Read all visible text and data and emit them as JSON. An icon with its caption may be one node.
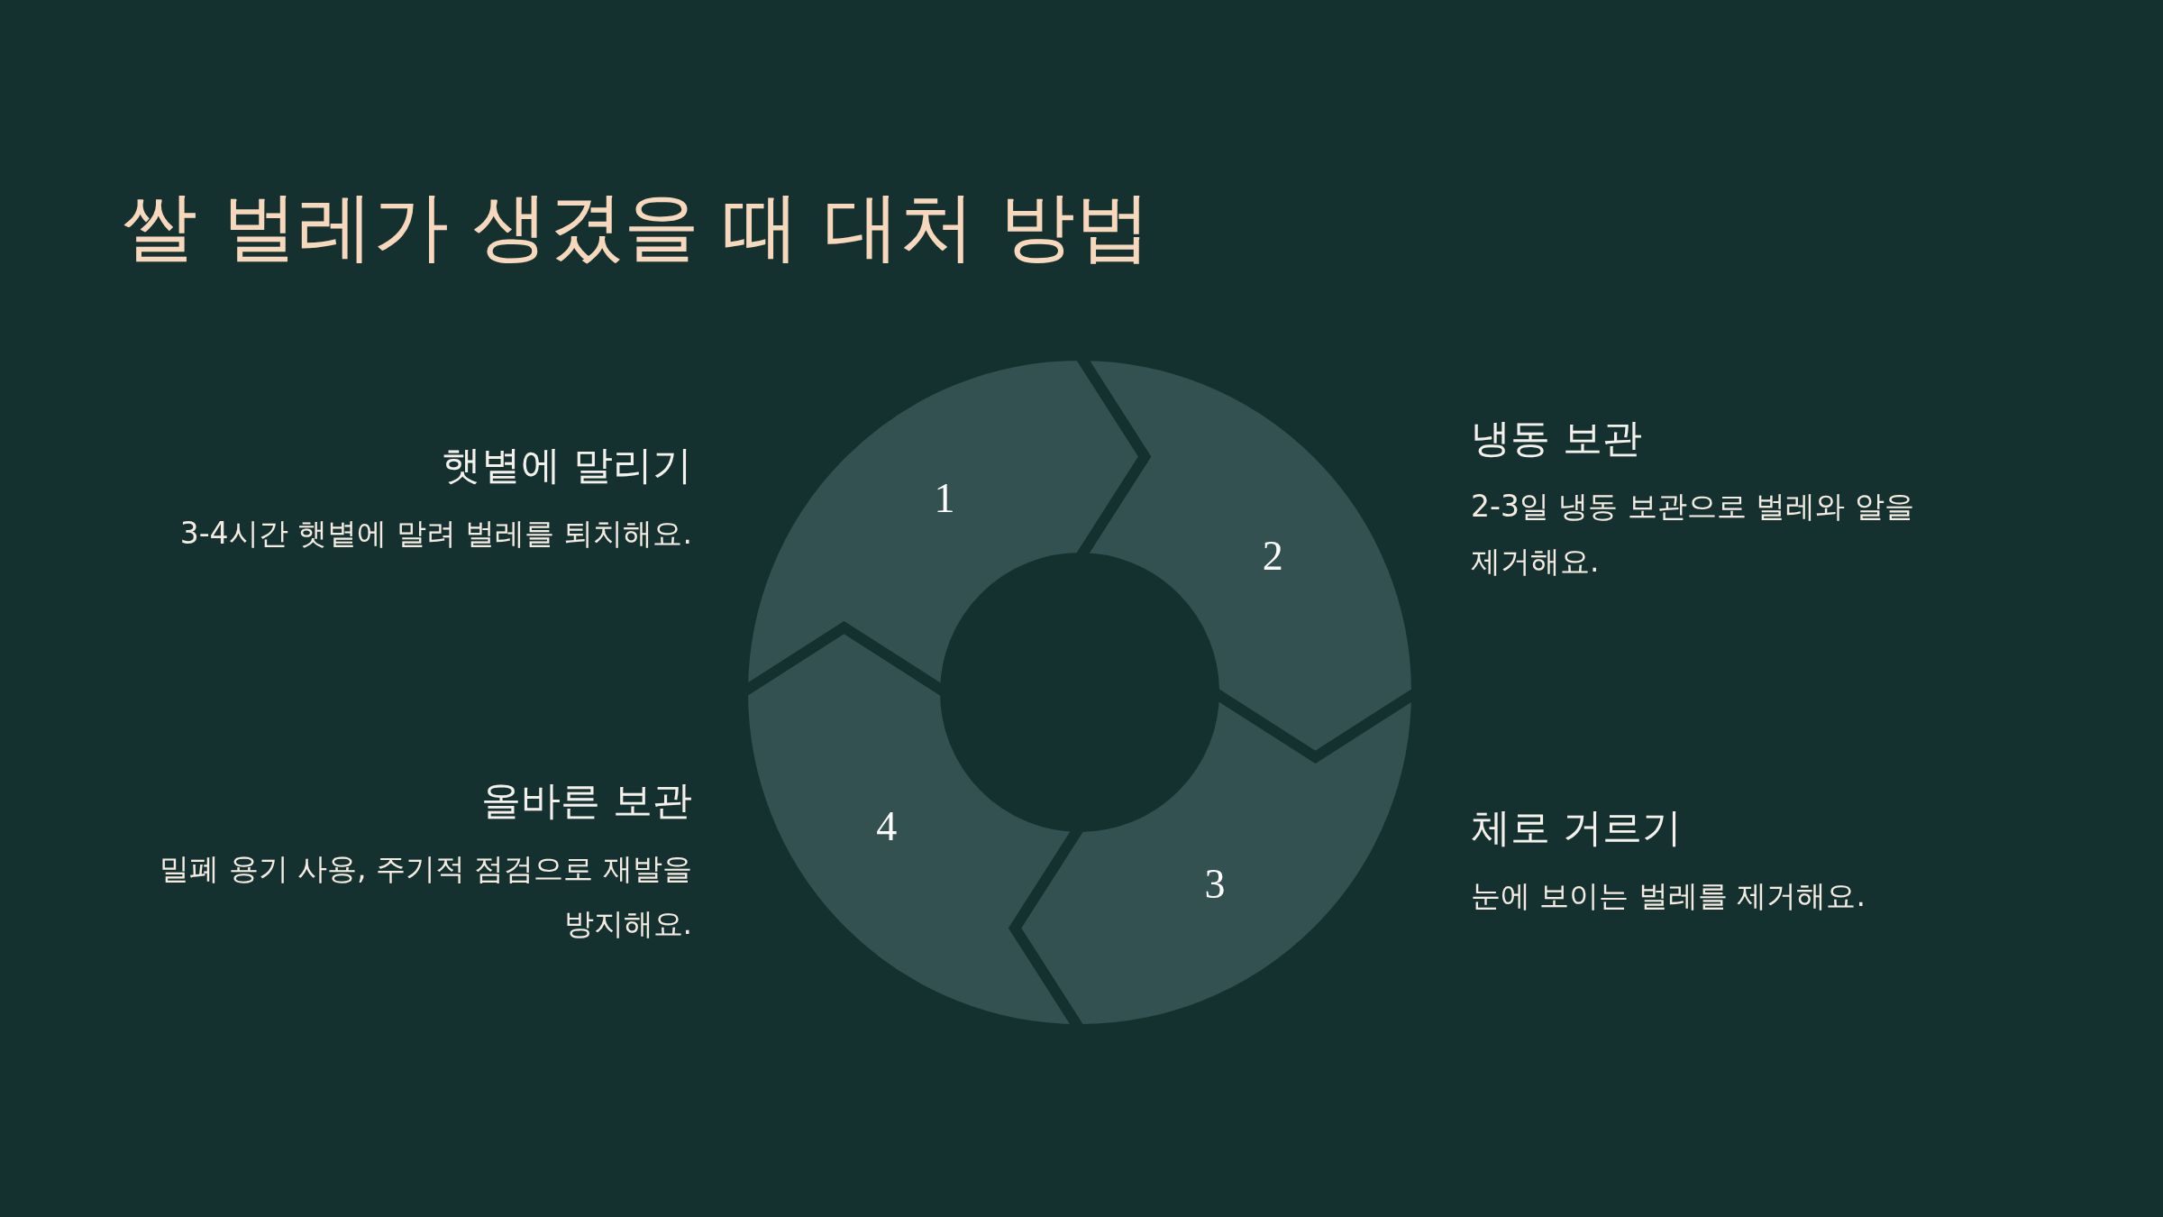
{
  "diagram": {
    "title": "쌀 벌레가 생겼을 때 대처 방법",
    "nodes": [
      {
        "text": [
          "1"
        ],
        "beside": [
          "햇볕에 말리기",
          "3-4시간 햇볕에 말려 벌레를 퇴치해요."
        ]
      },
      {
        "text": [
          "2"
        ],
        "beside": [
          "냉동 보관",
          "2-3일 냉동 보관으로 벌레와 알을 제거해요."
        ]
      },
      {
        "text": [
          "3"
        ],
        "beside": [
          "체로 거르기",
          "눈에 보이는 벌레를 제거해요."
        ]
      },
      {
        "text": [
          "4"
        ],
        "beside": [
          "올바른 보관",
          "밀폐 용기 사용, 주기적 점검으로 재발을 방지해요."
        ]
      }
    ]
  }
}
